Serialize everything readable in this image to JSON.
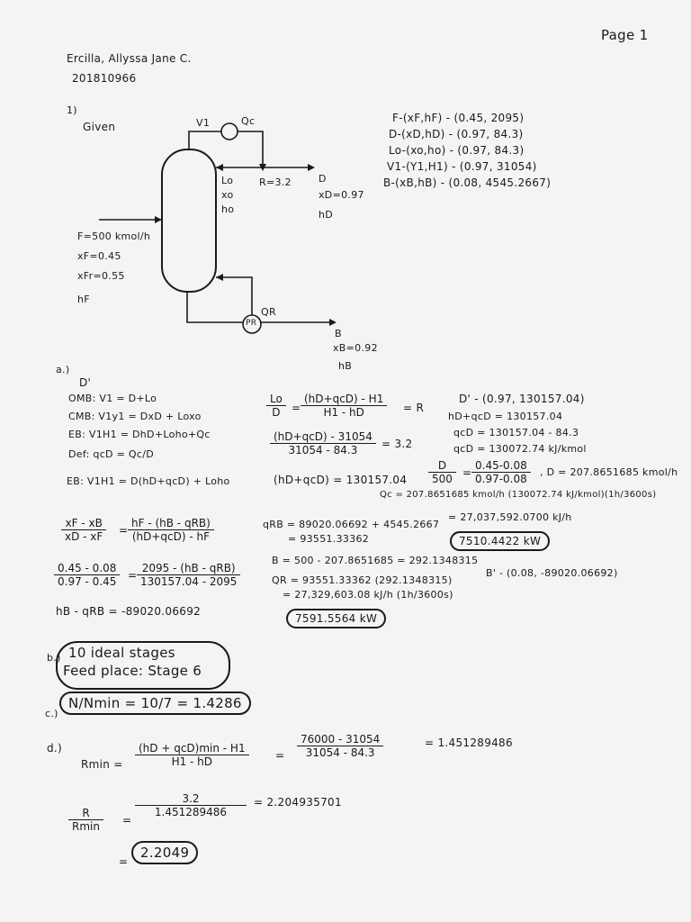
{
  "page_label": "Page 1",
  "author": {
    "name": "Ercilla, Allyssa Jane C.",
    "id": "201810966"
  },
  "problem1": {
    "number": "1)",
    "given_label": "Given",
    "diagram": {
      "v1": "V1",
      "qc": "Qc",
      "r": "R=3.2",
      "d": "D",
      "xd": "xD=0.97",
      "hd": "hD",
      "lo": "Lo",
      "xo": "xo",
      "ho": "ho",
      "feed_f": "F=500 kmol/h",
      "feed_xf": "xF=0.45",
      "feed_xfr": "xFr=0.55",
      "feed_hf": "hF",
      "reboiler": "PR",
      "qr": "QR",
      "b": "B",
      "xb": "xB=0.92",
      "hb": "hB"
    },
    "given_points": [
      "F-(xF,hF) - (0.45, 2095)",
      "D-(xD,hD) - (0.97, 84.3)",
      "Lo-(xo,ho) - (0.97, 84.3)",
      "V1-(Y1,H1) - (0.97, 31054)",
      "B-(xB,hB) - (0.08, 4545.2667)"
    ]
  },
  "part_a": {
    "label": "a.)",
    "sub": "D'",
    "balances": [
      "OMB: V1 = D+Lo",
      "CMB: V1y1 = DxD + Loxo",
      "EB: V1H1 = DhD+Loho+Qc",
      "Def: qcD = Qc/D",
      "EB: V1H1 = D(hD+qcD) + Loho"
    ],
    "ratio_lhs_num": "Lo",
    "ratio_lhs_den": "D",
    "ratio_rhs_num": "(hD+qcD) - H1",
    "ratio_rhs_den": "H1 - hD",
    "ratio_result": "= R",
    "ratio2_num": "(hD+qcD) - 31054",
    "ratio2_den": "31054 - 84.3",
    "ratio2_result": "= 3.2",
    "hqcd": "(hD+qcD) = 130157.04",
    "dprime": "D' - (0.97, 130157.04)",
    "hd_qcd": "hD+qcD = 130157.04",
    "qcd_calc": "qcD = 130157.04 - 84.3",
    "qcd_result": "qcD = 130072.74 kJ/kmol",
    "d_ratio_lhs_num": "D",
    "d_ratio_lhs_den": "500",
    "d_ratio_rhs_num": "0.45-0.08",
    "d_ratio_rhs_den": "0.97-0.08",
    "d_result": ", D = 207.8651685 kmol/h",
    "qc_calc": "Qc = 207.8651685 kmol/h (130072.74 kJ/kmol)(1h/3600s)",
    "qc_mid": "= 27,037,592.0700 kJ/h",
    "qc_final": "7510.4422 kW",
    "lever_lhs_num": "xF - xB",
    "lever_lhs_den": "xD - xF",
    "lever_rhs_num": "hF - (hB - qRB)",
    "lever_rhs_den": "(hD+qcD) - hF",
    "lever2_lhs_num": "0.45 - 0.08",
    "lever2_lhs_den": "0.97 - 0.45",
    "lever2_rhs_num": "2095 - (hB - qRB)",
    "lever2_rhs_den": "130157.04 - 2095",
    "hb_qrb": "hB - qRB = -89020.06692",
    "qrb_calc": "qRB = 89020.06692 + 4545.2667",
    "qrb_result": "= 93551.33362",
    "b_calc": "B = 500 - 207.8651685 = 292.1348315",
    "bprime": "B' - (0.08, -89020.06692)",
    "qr_calc": "QR = 93551.33362 (292.1348315)",
    "qr_mid": "= 27,329,603.08 kJ/h (1h/3600s)",
    "qr_final": "7591.5564 kW"
  },
  "part_b": {
    "label": "b.)",
    "line1": "10 ideal stages",
    "line2": "Feed place: Stage 6"
  },
  "part_c": {
    "label": "c.)",
    "text": "N/Nmin = 10/7 = 1.4286"
  },
  "part_d": {
    "label": "d.)",
    "rmin_lhs": "Rmin =",
    "rmin_num": "(hD + qcD)min - H1",
    "rmin_den": "H1 - hD",
    "rmin_num2": "76000 - 31054",
    "rmin_den2": "31054 - 84.3",
    "rmin_result": "= 1.451289486",
    "ratio_lhs_num": "R",
    "ratio_lhs_den": "Rmin",
    "ratio_num": "3.2",
    "ratio_den": "1.451289486",
    "ratio_result": "= 2.204935701",
    "final": "2.2049"
  }
}
